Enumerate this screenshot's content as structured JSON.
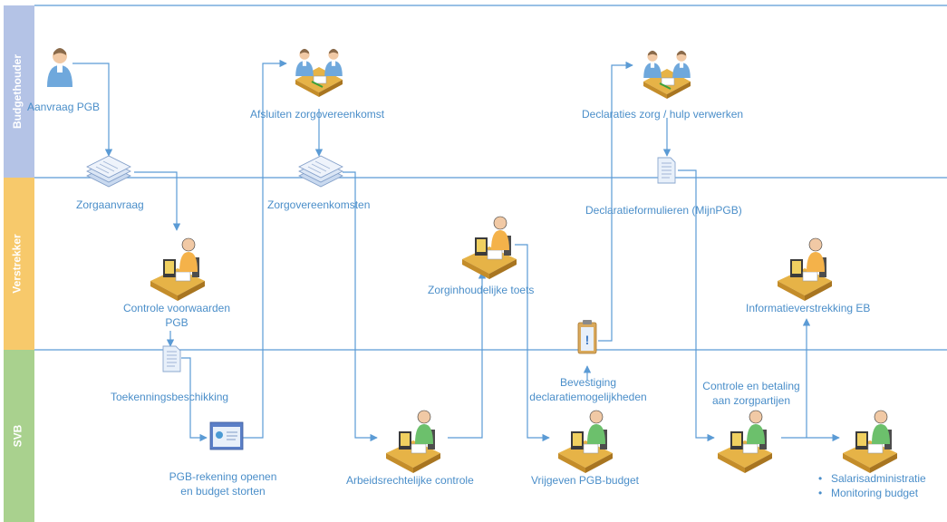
{
  "lanes": [
    {
      "id": "budgethouder",
      "label": "Budgethouder",
      "color": "#b4c3e6"
    },
    {
      "id": "verstrekker",
      "label": "Verstrekker",
      "color": "#f7c96b"
    },
    {
      "id": "svb",
      "label": "SVB",
      "color": "#a9d18e"
    }
  ],
  "steps": {
    "aanvraag": "Aanvraag PGB",
    "zorgaanvraag": "Zorgaanvraag",
    "controle_voorwaarden": [
      "Controle voorwaarden",
      "PGB"
    ],
    "toekenningsbeschikking": "Toekenningsbeschikking",
    "pgb_rekening": [
      "PGB-rekening openen",
      "en budget storten"
    ],
    "afsluiten": "Afsluiten zorgovereenkomst",
    "zorgovereenkomsten": "Zorgovereenkomsten",
    "arbeidsrechtelijke": "Arbeidsrechtelijke controle",
    "zorginhoudelijke": "Zorginhoudelijke toets",
    "bevestiging": [
      "Bevestiging",
      "declaratiemogelijkheden"
    ],
    "vrijgeven": "Vrijgeven PGB-budget",
    "declaraties": "Declaraties zorg / hulp verwerken",
    "declaratieformulieren": "Declaratieformulieren (MijnPGB)",
    "controle_betaling": [
      "Controle en betaling",
      "aan zorgpartijen"
    ],
    "informatieverstrekking": "Informatieverstrekking EB",
    "bullets": [
      "Salarisadministratie",
      "Monitoring budget"
    ]
  },
  "colors": {
    "connector": "#5b9bd5",
    "label_text": "#4a8ec9",
    "lane_line": "#5b9bd5",
    "person_blue": "#6fa8dc",
    "person_orange": "#f4b24a",
    "person_green": "#6cc06c"
  },
  "icons": {
    "budgethouder": "person-icon",
    "meeting": "meeting-icon",
    "document_stack": "document-stack-icon",
    "document": "document-icon",
    "clipboard": "clipboard-icon",
    "worker": "worker-at-desk-icon",
    "screen": "web-screen-icon"
  }
}
